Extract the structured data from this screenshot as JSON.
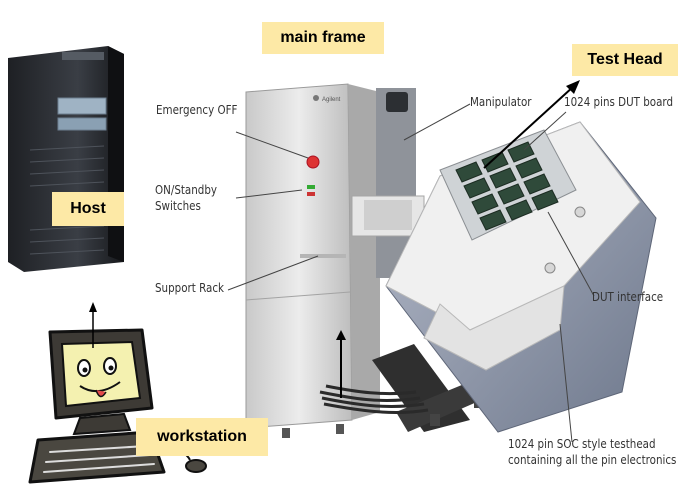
{
  "labels": {
    "main_frame": "main frame",
    "test_head": "Test Head",
    "host": "Host",
    "workstation": "workstation"
  },
  "callouts": {
    "emergency_off": "Emergency OFF",
    "on_standby_line1": "ON/Standby",
    "on_standby_line2": "Switches",
    "support_rack": "Support Rack",
    "manipulator": "Manipulator",
    "dut_board": "1024 pins DUT board",
    "dut_interface": "DUT interface",
    "testhead_line1": "1024 pin SOC style testhead",
    "testhead_line2": "containing all the pin electronics"
  },
  "logo": "Agilent",
  "colors": {
    "label_bg": "#fde9a6",
    "frame_body": "#d9d9d9",
    "testhead_body": "#8d96a8",
    "host_body": "#2b2e33",
    "monitor_yellow": "#f4f1b0",
    "arrow": "#000000"
  }
}
